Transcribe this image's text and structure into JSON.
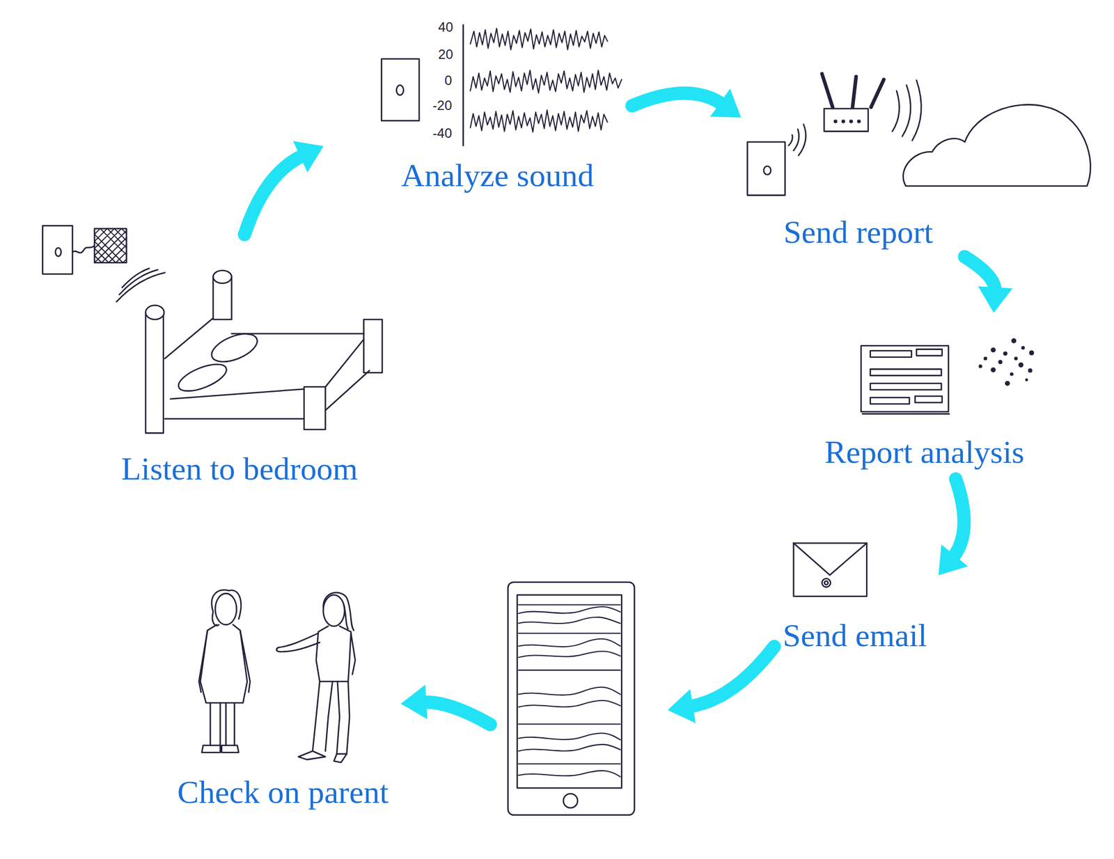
{
  "diagram": {
    "nodes": [
      {
        "text": [
          "Listen to bedroom"
        ]
      },
      {
        "text": [
          "Analyze sound"
        ]
      },
      {
        "text": [
          "Send report"
        ]
      },
      {
        "text": [
          "Report analysis"
        ]
      },
      {
        "text": [
          "Send email"
        ]
      },
      {
        "text": [
          "Check on parent"
        ]
      }
    ],
    "edges": [
      {
        "from": 0,
        "to": 1,
        "arrow": "to"
      },
      {
        "from": 1,
        "to": 2,
        "arrow": "to"
      },
      {
        "from": 2,
        "to": 3,
        "arrow": "to"
      },
      {
        "from": 3,
        "to": 4,
        "arrow": "to"
      },
      {
        "from": 4,
        "to": 5,
        "arrow": "to"
      }
    ],
    "labels": [
      "40",
      "20",
      "0",
      "-20",
      "-40"
    ]
  }
}
